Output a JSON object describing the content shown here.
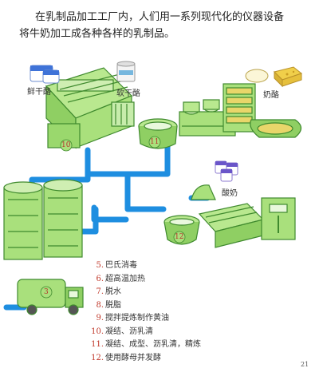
{
  "intro": {
    "line1": "在乳制品加工工厂内，人们用一系列现代化的仪器设备",
    "line2": "将牛奶加工成各种各样的乳制品。"
  },
  "product_labels": {
    "fresh_cheese": "鲜干酪",
    "soft_cheese": "软干酪",
    "cheese": "奶酪",
    "yogurt": "酸奶"
  },
  "machine_numbers": {
    "m3": "3",
    "m10": "10",
    "m11": "11",
    "m12": "12"
  },
  "legend": [
    {
      "num": "5.",
      "text": "巴氏消毒"
    },
    {
      "num": "6.",
      "text": "超高温加热"
    },
    {
      "num": "7.",
      "text": "脱水"
    },
    {
      "num": "8.",
      "text": "脱脂"
    },
    {
      "num": "9.",
      "text": "搅拌提炼制作黄油"
    },
    {
      "num": "10.",
      "text": "凝结、沥乳清"
    },
    {
      "num": "11.",
      "text": "凝结、成型、沥乳清，精炼"
    },
    {
      "num": "12.",
      "text": "使用酵母并发酵"
    }
  ],
  "page_number": "21",
  "colors": {
    "machine_fill": "#a9e07c",
    "machine_stroke": "#3f8a2e",
    "pipe": "#1e8ee0",
    "number_red": "#b5322b"
  }
}
